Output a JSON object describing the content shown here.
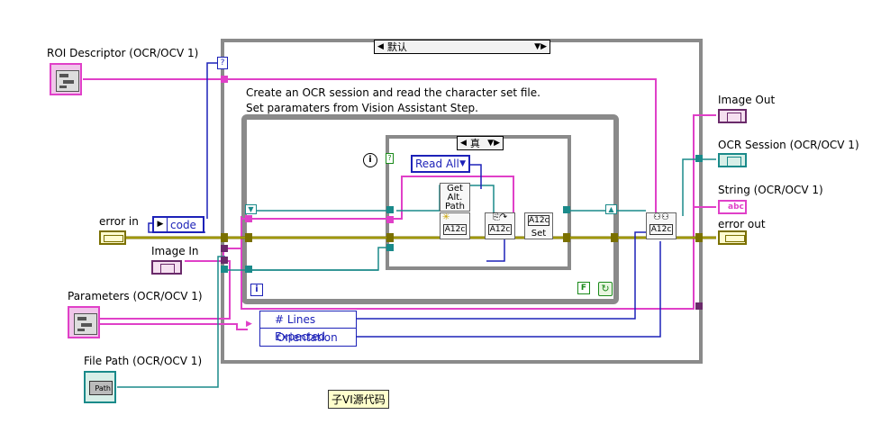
{
  "controls": {
    "roi_descriptor": "ROI Descriptor (OCR/OCV 1)",
    "error_in": "error in",
    "code": "code",
    "image_in": "Image In",
    "parameters": "Parameters (OCR/OCV 1)",
    "file_path": "File Path (OCR/OCV 1)",
    "path_glyph": "Path"
  },
  "indicators": {
    "image_out": "Image Out",
    "ocr_session": "OCR Session (OCR/OCV 1)",
    "string": "String (OCR/OCV 1)",
    "error_out": "error out",
    "abc_glyph": "abc"
  },
  "case_structure_outer": {
    "selector": "默认"
  },
  "case_structure_inner": {
    "selector": "真"
  },
  "comment": {
    "line1": "Create an OCR session and read the character set file.",
    "line2": "Set paramaters from Vision Assistant Step."
  },
  "nodes": {
    "read_all": "Read All",
    "get_alt_path": [
      "Get",
      "Alt.",
      "Path"
    ],
    "a12c": "A12c",
    "set": "Set",
    "lines_expected": "# Lines Expected",
    "orientation": "Orientation",
    "loop_index": "i",
    "stop_constant": "F",
    "question_mark": "?"
  },
  "footer_label": "子VI源代码",
  "colors": {
    "pink_wire": "#e040c8",
    "teal_wire": "#1a8a8a",
    "error_wire": "#7a7000",
    "blue_wire": "#1d22b8",
    "structure_gray": "#8a8a8a"
  }
}
